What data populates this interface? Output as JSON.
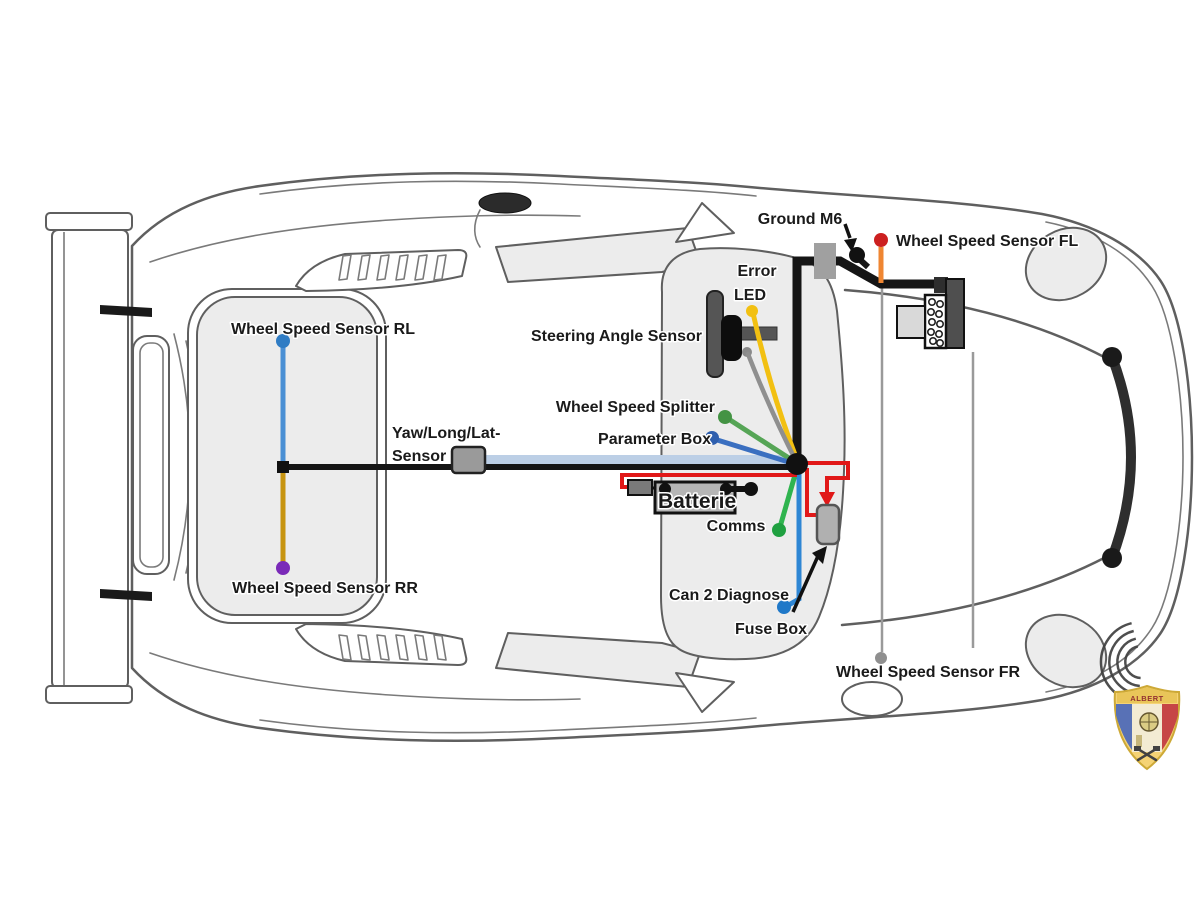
{
  "title": "Race car sensor and wiring installation diagram (top view)",
  "labels": {
    "ground_m6": "Ground  M6",
    "ws_fl": "Wheel Speed Sensor FL",
    "error_line1": "Error",
    "error_line2": "LED",
    "steering": "Steering Angle Sensor",
    "splitter": "Wheel Speed Splitter",
    "parameter_box": "Parameter Box",
    "ws_rl": "Wheel Speed Sensor RL",
    "yaw_line1": "Yaw/Long/Lat-",
    "yaw_line2": "Sensor",
    "ws_rr": "Wheel Speed Sensor RR",
    "batterie": "Batterie",
    "comms": "Comms",
    "can2": "Can 2 Diagnose",
    "fuse_box": "Fuse Box",
    "ws_fr": "Wheel Speed Sensor FR"
  },
  "colors": {
    "harness_black": "#151515",
    "power_red": "#e11818",
    "wire_rl_blue": "#4a8fd4",
    "dot_rl_blue": "#2f7cc4",
    "wire_rr_gold": "#c79410",
    "dot_rr_purple": "#7a2ab8",
    "wire_fl_orange": "#ef8632",
    "dot_fl_red": "#cc2020",
    "wire_fr_gray": "#9a9a9a",
    "dot_fr_gray": "#8f8f8f",
    "wire_error_yellow": "#f2c012",
    "wire_steering_gray": "#8f8f8f",
    "wire_splitter_green": "#56a556",
    "dot_splitter_green": "#449344",
    "wire_parameter_blue": "#3a6fc0",
    "dot_parameter_blue": "#2e5fae",
    "wire_comms_green": "#2fb44f",
    "dot_comms_green": "#1fa040",
    "wire_can2_blue": "#2e86d4",
    "dot_can2_blue": "#1f78c8",
    "band_lightblue": "#bccfe6",
    "connector_gray": "#9a9a9a",
    "battery_gray": "#b5b5b5",
    "fusebox_gray": "#b0b0b0"
  },
  "logo": {
    "text": "ALBERT"
  }
}
